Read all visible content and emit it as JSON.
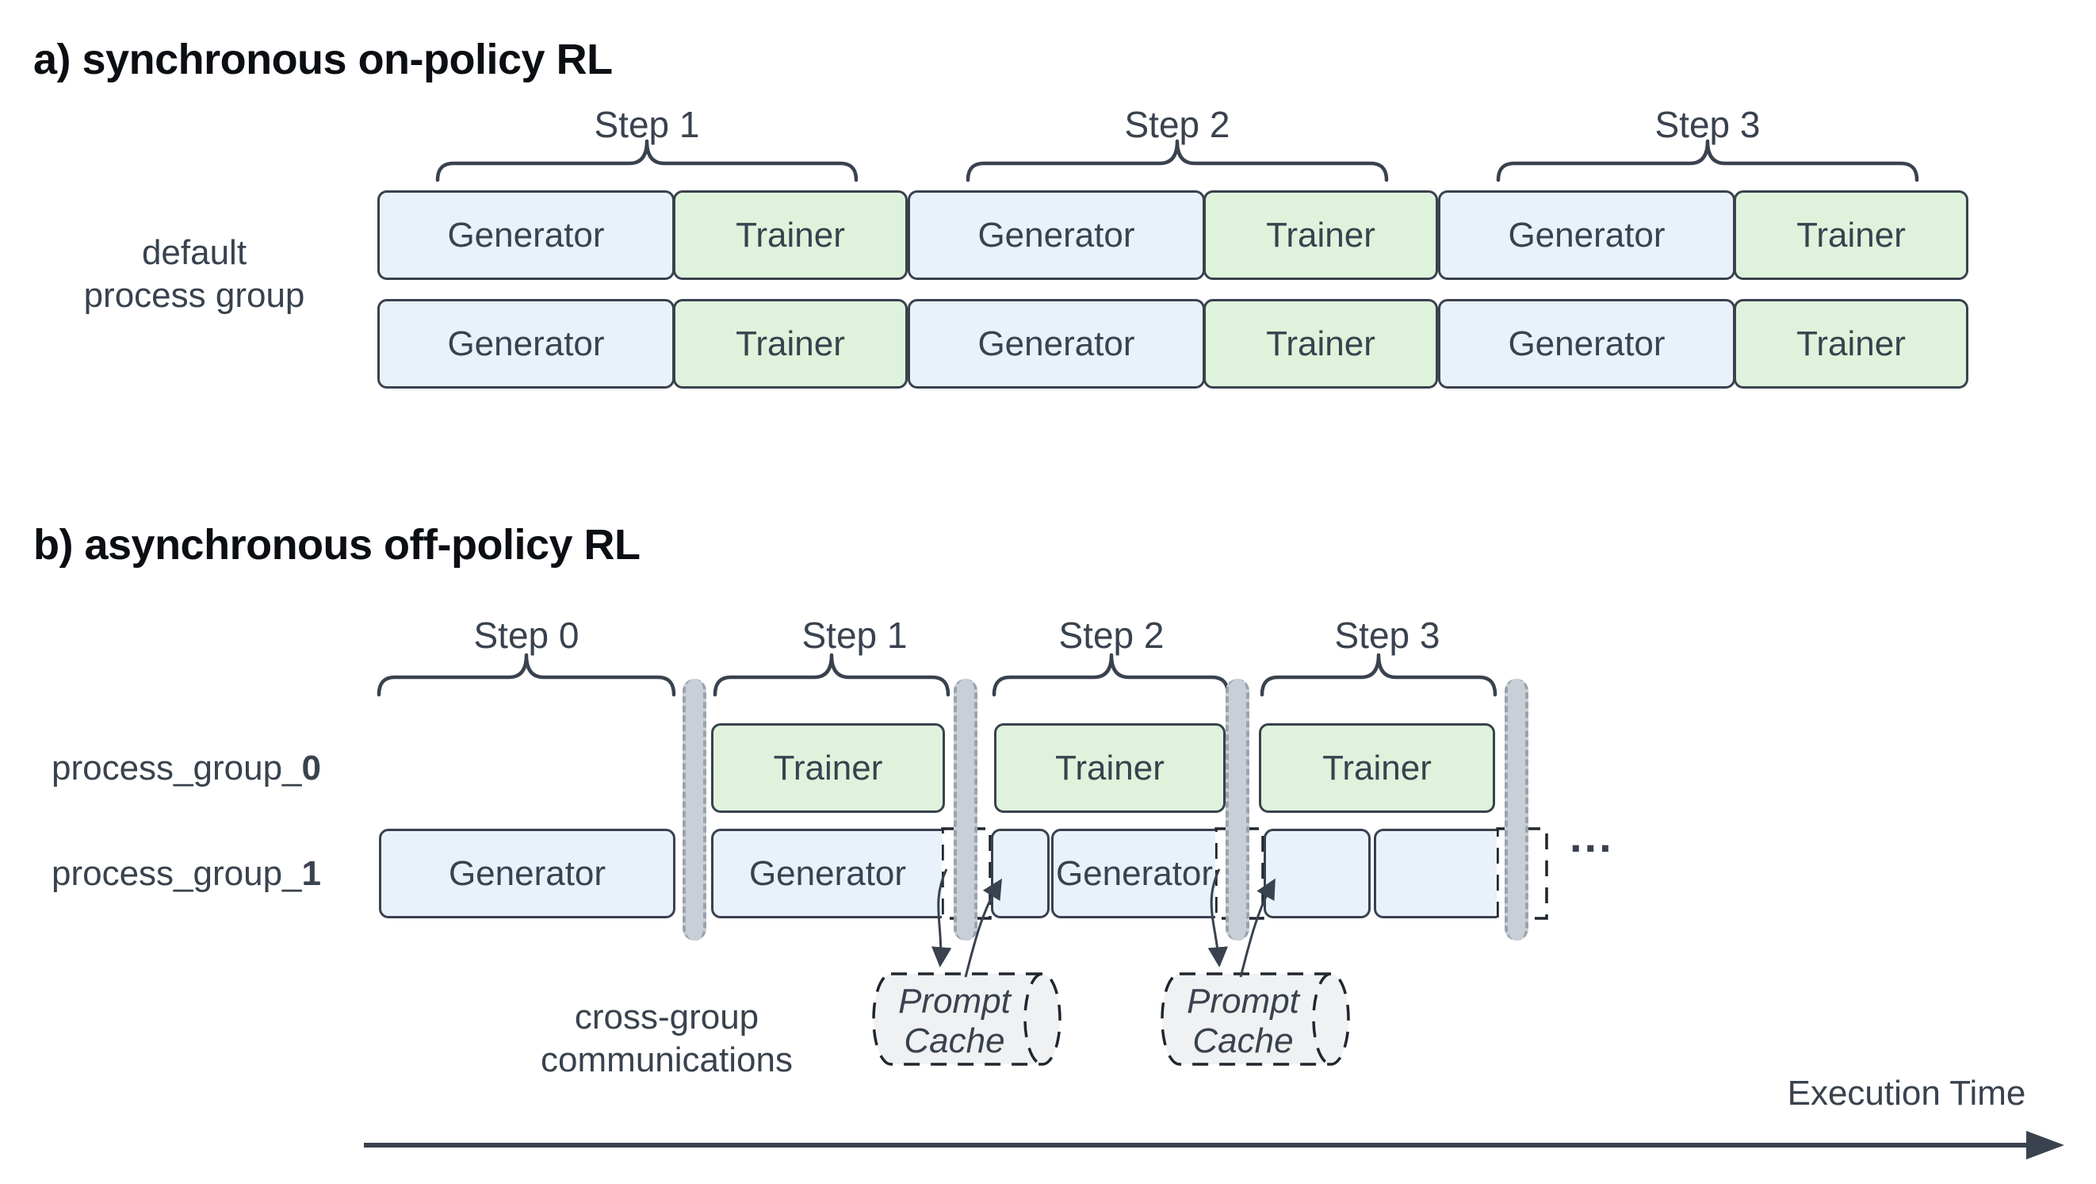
{
  "section_a": {
    "title": "a) synchronous on-policy RL",
    "group_label": {
      "line1": "default",
      "line2": "process group"
    },
    "steps": [
      "Step 1",
      "Step 2",
      "Step 3"
    ]
  },
  "section_b": {
    "title": "b) asynchronous off-policy RL",
    "steps": [
      "Step 0",
      "Step 1",
      "Step 2",
      "Step 3"
    ],
    "process_groups": [
      {
        "prefix": "process_group_",
        "index": "0"
      },
      {
        "prefix": "process_group_",
        "index": "1"
      }
    ],
    "cross_group_label": {
      "line1": "cross-group",
      "line2": "communications"
    },
    "prompt_cache_label": {
      "line1": "Prompt",
      "line2": "Cache"
    },
    "ellipsis": "...",
    "execution_time_label": "Execution Time"
  },
  "box_labels": {
    "generator": "Generator",
    "trainer": "Trainer"
  },
  "colors": {
    "outline": "#39424E",
    "generator_fill": "#E9F1FB",
    "trainer_fill": "#DFF3DC",
    "boundary_bar_fill": "#C9CFD7",
    "boundary_bar_dash": "#9AA3AD",
    "prompt_cache_fill": "#EFF1F3",
    "title_text": "#0B0E12"
  }
}
